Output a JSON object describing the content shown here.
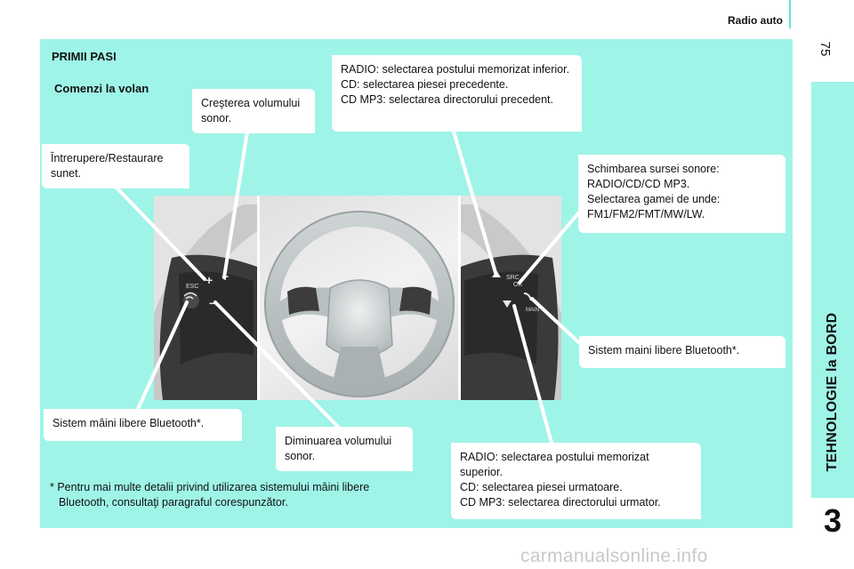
{
  "header": {
    "title": "Radio auto",
    "page_number": "75"
  },
  "side": {
    "label": "TEHNOLOGIE la BORD",
    "section_number": "3"
  },
  "panel": {
    "title": "PRIMII PASI",
    "subtitle": "Comenzi la volan"
  },
  "callouts": {
    "volume_up": "Creşterea volumului sonor.",
    "mute": "Întrerupere/Restaurare sunet.",
    "radio_prev": {
      "line1": "RADIO: selectarea postului memorizat inferior.",
      "line2": "CD: selectarea piesei precedente.",
      "line3": "CD MP3: selectarea directorului precedent."
    },
    "source": {
      "line1": "Schimbarea sursei sonore: RADIO/CD/CD MP3.",
      "line2": "Selectarea gamei de unde: FM1/FM2/FMT/MW/LW."
    },
    "bluetooth_right": "Sistem maini libere Bluetooth*.",
    "bluetooth_left": "Sistem mâini libere Bluetooth*.",
    "volume_down": "Diminuarea volumului sonor.",
    "radio_next": {
      "line1": "RADIO: selectarea postului memorizat superior.",
      "line2": "CD: selectarea piesei urmatoare.",
      "line3": "CD MP3: selectarea directorului urmator."
    }
  },
  "button_labels": {
    "esc": "ESC",
    "src": "SRC",
    "ok": "OK",
    "main": "MAIN"
  },
  "footnote": {
    "line1": "* Pentru mai multe detalii privind utilizarea sistemului mâini libere",
    "line2": "Bluetooth, consultaţi paragraful corespunzător."
  },
  "watermark": "carmanualsonline.info",
  "colors": {
    "panel": "#9ff4e8",
    "accent_line": "#5ee6d8",
    "callout_bg": "#ffffff"
  }
}
